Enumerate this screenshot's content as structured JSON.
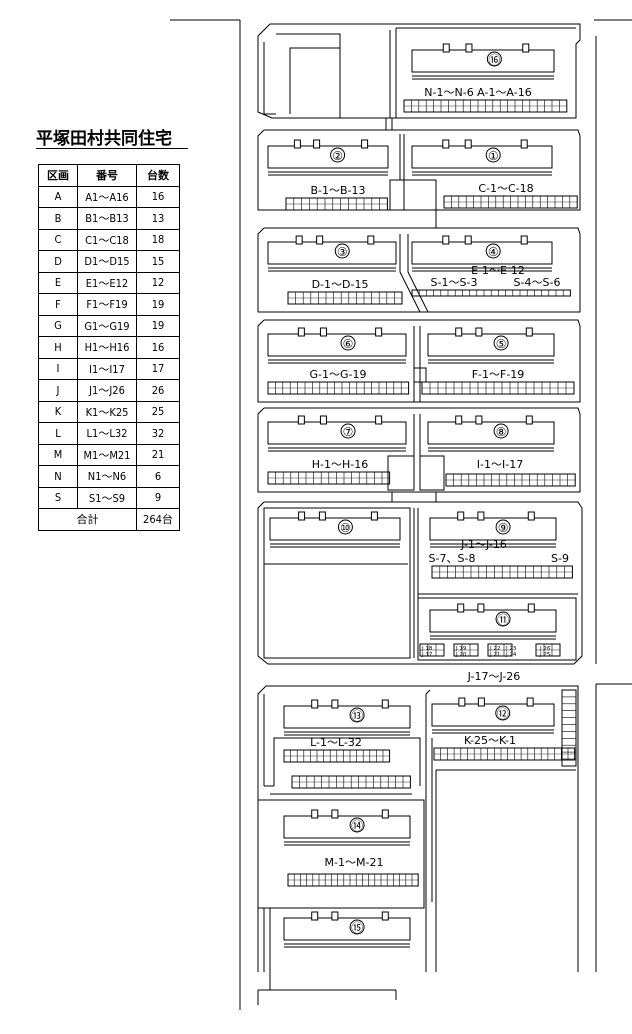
{
  "title": "平塚田村共同住宅",
  "table": {
    "headers": [
      "区画",
      "番号",
      "台数"
    ],
    "rows": [
      [
        "A",
        "A1～A16",
        "16"
      ],
      [
        "B",
        "B1～B13",
        "13"
      ],
      [
        "C",
        "C1～C18",
        "18"
      ],
      [
        "D",
        "D1～D15",
        "15"
      ],
      [
        "E",
        "E1～E12",
        "12"
      ],
      [
        "F",
        "F1～F19",
        "19"
      ],
      [
        "G",
        "G1～G19",
        "19"
      ],
      [
        "H",
        "H1～H16",
        "16"
      ],
      [
        "I",
        "I1～I17",
        "17"
      ],
      [
        "J",
        "J1～J26",
        "26"
      ],
      [
        "K",
        "K1～K25",
        "25"
      ],
      [
        "L",
        "L1～L32",
        "32"
      ],
      [
        "M",
        "M1～M21",
        "21"
      ],
      [
        "N",
        "N1～N6",
        "6"
      ],
      [
        "S",
        "S1～S9",
        "9"
      ]
    ],
    "total_label": "合計",
    "total_value": "264台"
  },
  "plan": {
    "buildings": [
      "⑯",
      "①",
      "②",
      "③",
      "④",
      "⑤",
      "⑥",
      "⑦",
      "⑧",
      "⑨",
      "⑩",
      "⑪",
      "⑫",
      "⑬",
      "⑭",
      "⑮"
    ],
    "labels": {
      "n_a": "N-1～N-6  A-1～A-16",
      "b": "B-1～B-13",
      "c": "C-1～C-18",
      "d": "D-1～D-15",
      "e": "E-1～E-12",
      "s13": "S-1～S-3",
      "s46": "S-4～S-6",
      "g": "G-1～G-19",
      "f": "F-1～F-19",
      "h": "H-1～H-16",
      "i": "I-1～I-17",
      "j1": "J-1～J-16",
      "s78": "S-7、S-8",
      "s9": "S-9",
      "j17": "J-17～J-26",
      "k": "K-25～K-1",
      "l": "L-1～L-32",
      "m": "M-1～M-21"
    },
    "small_j": [
      "J 18",
      "J 17",
      "J 19",
      "J 20",
      "J 22",
      "J 21",
      "J 23",
      "J 24",
      "J 26",
      "J 25"
    ]
  }
}
